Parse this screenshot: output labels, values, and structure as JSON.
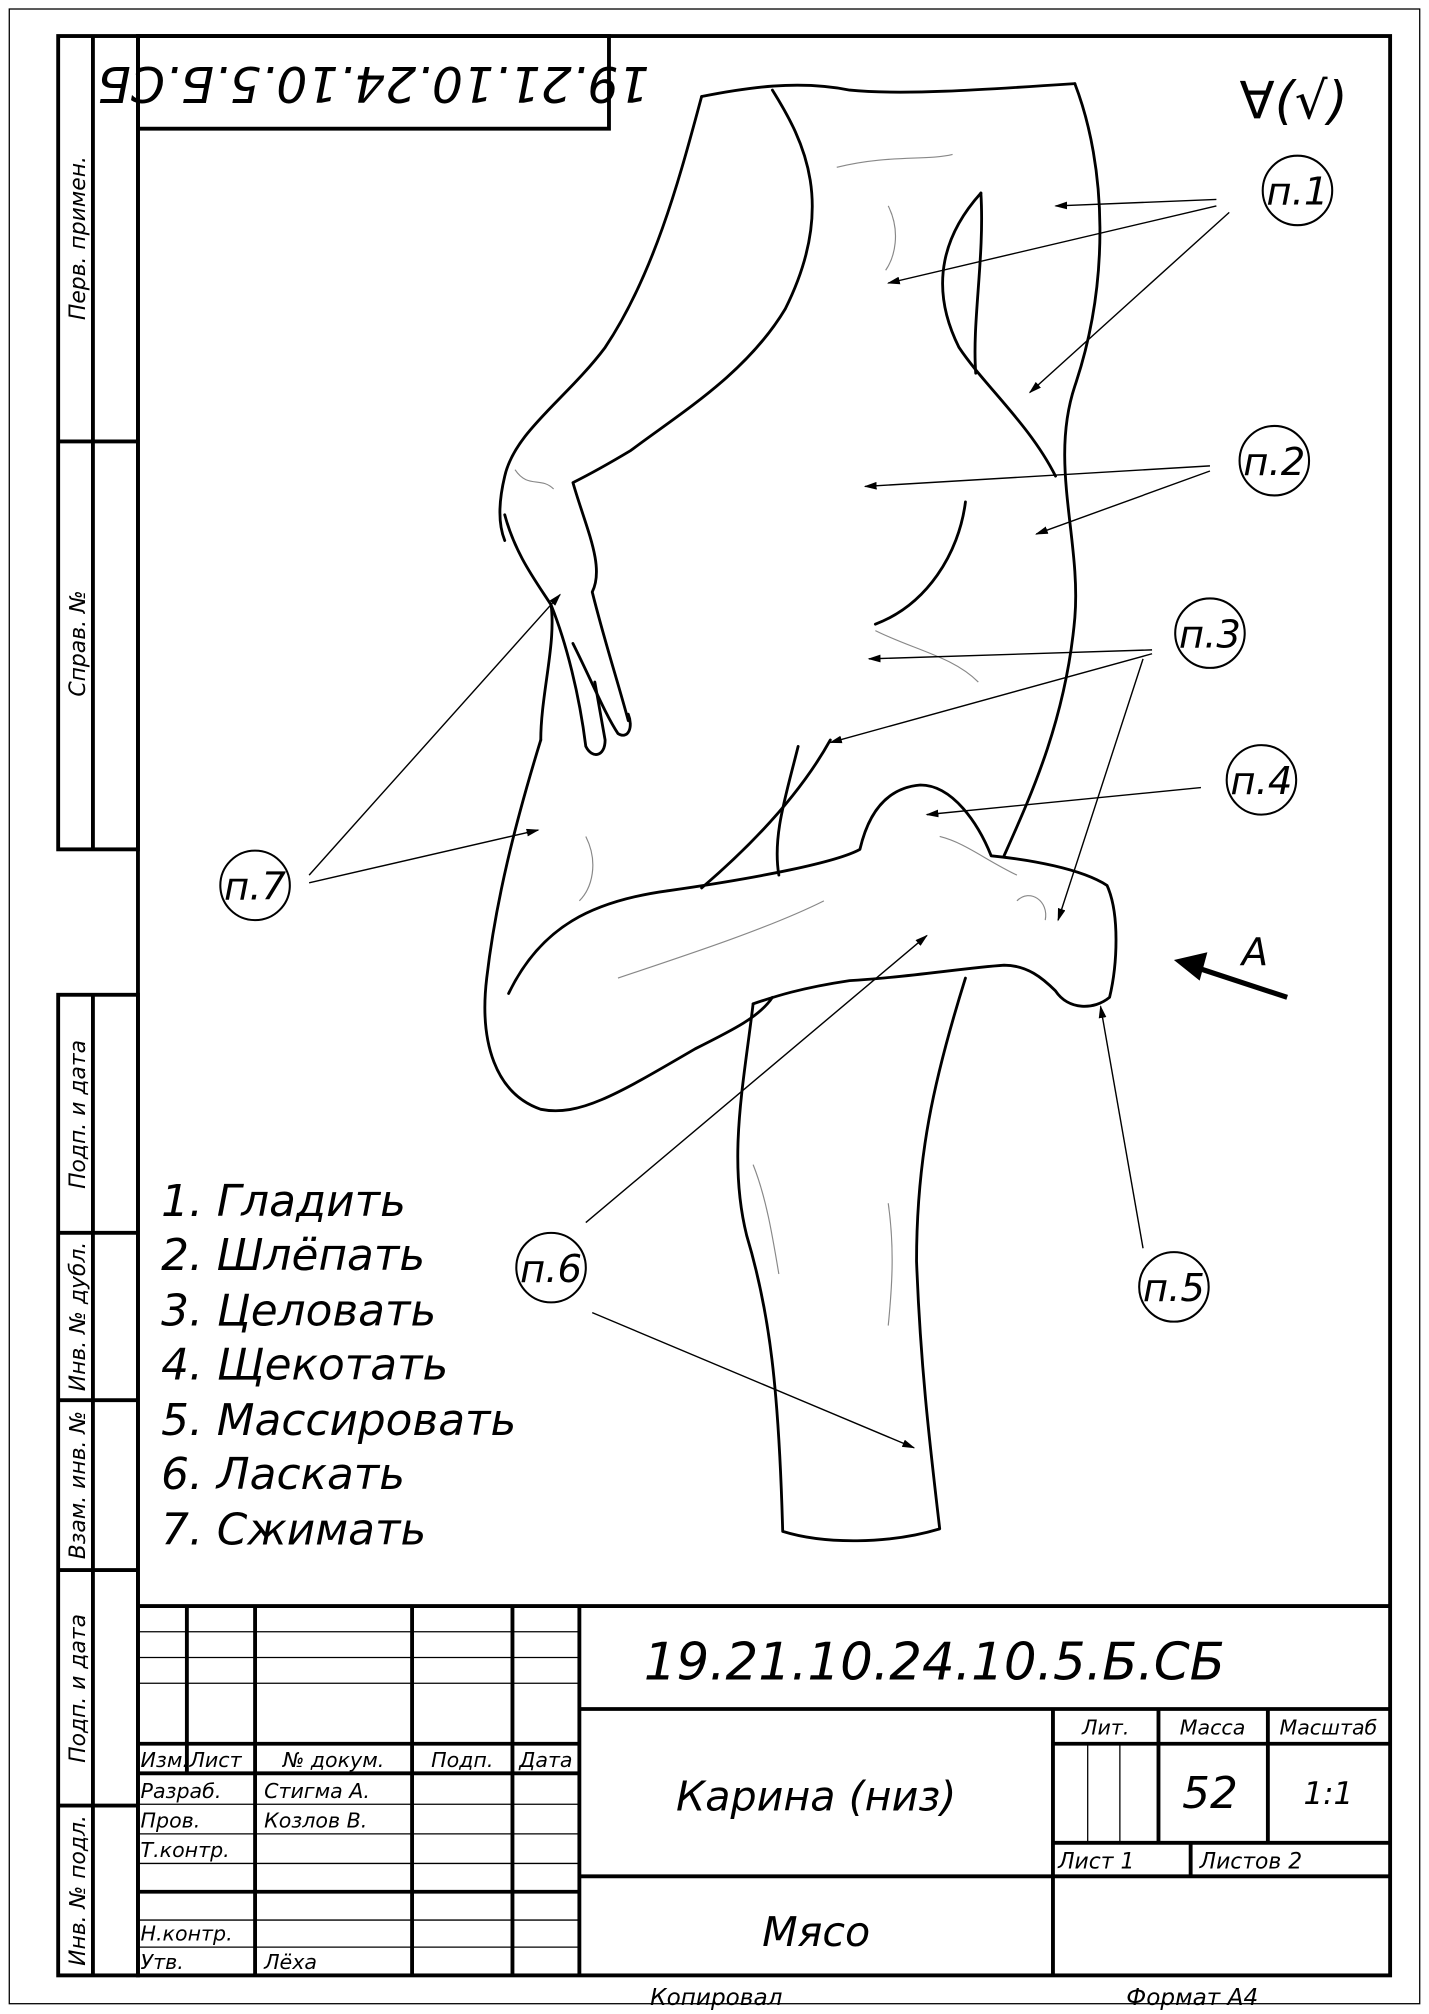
{
  "sheet": {
    "flipped_code": "19.21.10.24.10.5.Б.СБ",
    "roughness_symbol": "∀(√)",
    "view_label": "А",
    "callouts": [
      "п.1",
      "п.2",
      "п.3",
      "п.4",
      "п.5",
      "п.6",
      "п.7"
    ],
    "legend": [
      "1.  Гладить",
      "2.  Шлёпать",
      "3.  Целовать",
      "4.  Щекотать",
      "5.  Массировать",
      "6.  Ласкать",
      "7.  Сжимать"
    ],
    "side_strip": [
      "Перв. примен.",
      "Справ. №",
      "Подп. и дата",
      "Инв. № дубл.",
      "Взам. инв. №",
      "Подп. и дата",
      "Инв. № подл."
    ]
  },
  "title_block": {
    "doc_number": "19.21.10.24.10.5.Б.СБ",
    "name": "Карина (низ)",
    "material": "Мясо",
    "headers": {
      "izm": "Изм.",
      "list": "Лист",
      "doc": "№ докум.",
      "podp": "Подп.",
      "data": "Дата"
    },
    "roles": [
      {
        "role": "Разраб.",
        "person": "Стигма А."
      },
      {
        "role": "Пров.",
        "person": "Козлов В."
      },
      {
        "role": "Т.контр.",
        "person": ""
      },
      {
        "role": "",
        "person": ""
      },
      {
        "role": "Н.контр.",
        "person": ""
      },
      {
        "role": "Утв.",
        "person": "Лёха"
      }
    ],
    "lit_label": "Лит.",
    "mass_label": "Масса",
    "scale_label": "Масштаб",
    "mass": "52",
    "scale": "1:1",
    "sheet_label": "Лист  1",
    "sheets_label": "Листов   2",
    "copied": "Копировал",
    "format": "Формат     А4"
  }
}
